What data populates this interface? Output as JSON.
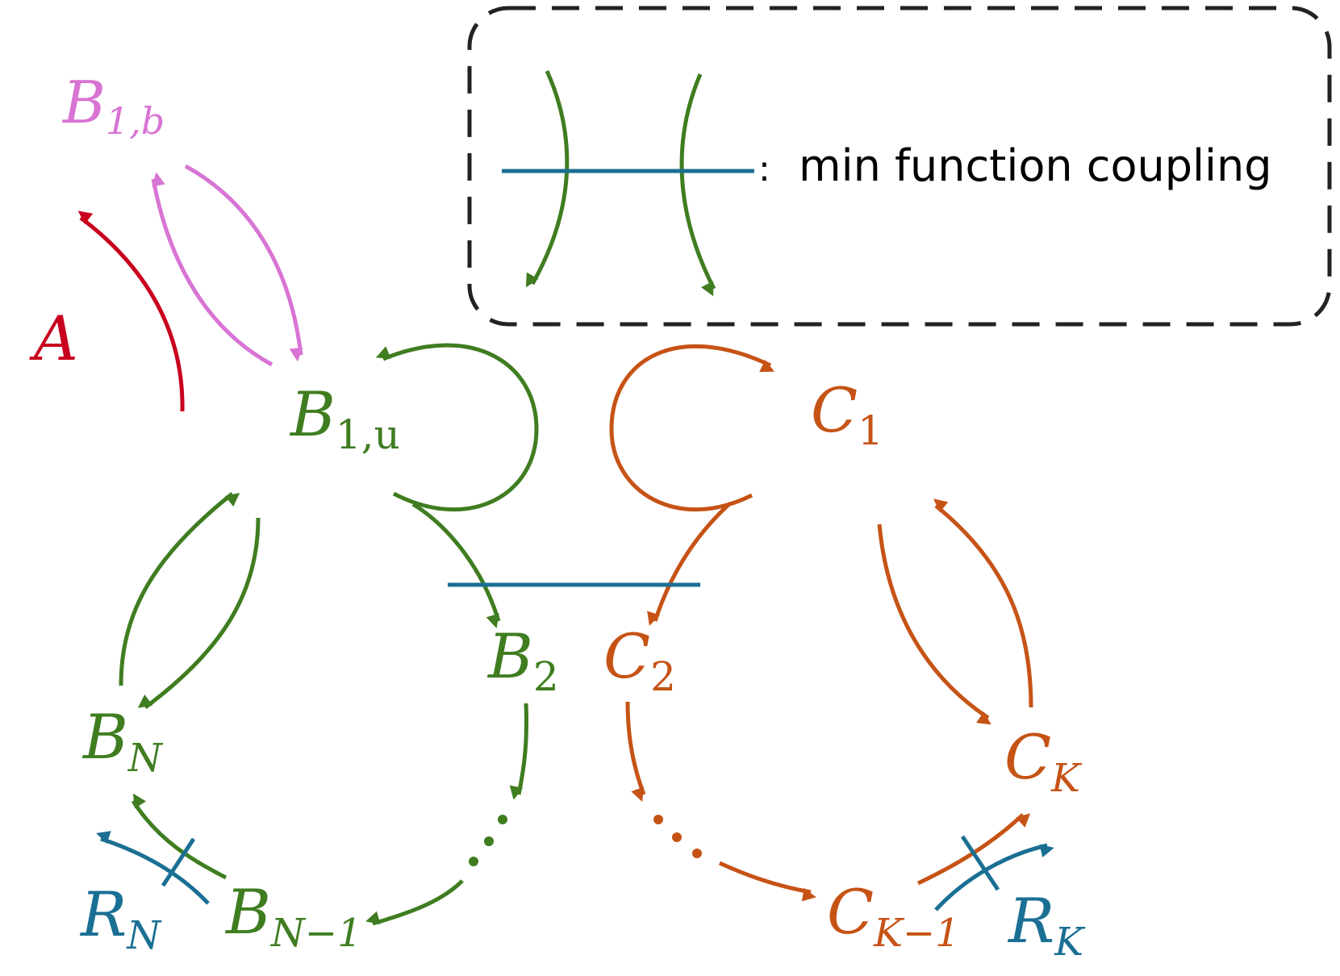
{
  "colors": {
    "green": "#3f7d20",
    "orange": "#c65316",
    "red": "#c8001e",
    "pink": "#d874d4",
    "blue": "#1a6f93",
    "dark": "#222222"
  },
  "legend": {
    "colon": ":",
    "text": "min function coupling"
  },
  "nodes": {
    "B1b": {
      "main": "B",
      "sub": "1,b"
    },
    "A": {
      "main": "A"
    },
    "B1u": {
      "main": "B",
      "sub": "1,u"
    },
    "C1": {
      "main": "C",
      "sub": "1"
    },
    "B2": {
      "main": "B",
      "sub": "2"
    },
    "C2": {
      "main": "C",
      "sub": "2"
    },
    "BN": {
      "main": "B",
      "sub": "N"
    },
    "CK": {
      "main": "C",
      "sub": "K"
    },
    "RN": {
      "main": "R",
      "sub": "N"
    },
    "BN1": {
      "main": "B",
      "sub": "N−1"
    },
    "CK1": {
      "main": "C",
      "sub": "K−1"
    },
    "RK": {
      "main": "R",
      "sub": "K"
    }
  }
}
